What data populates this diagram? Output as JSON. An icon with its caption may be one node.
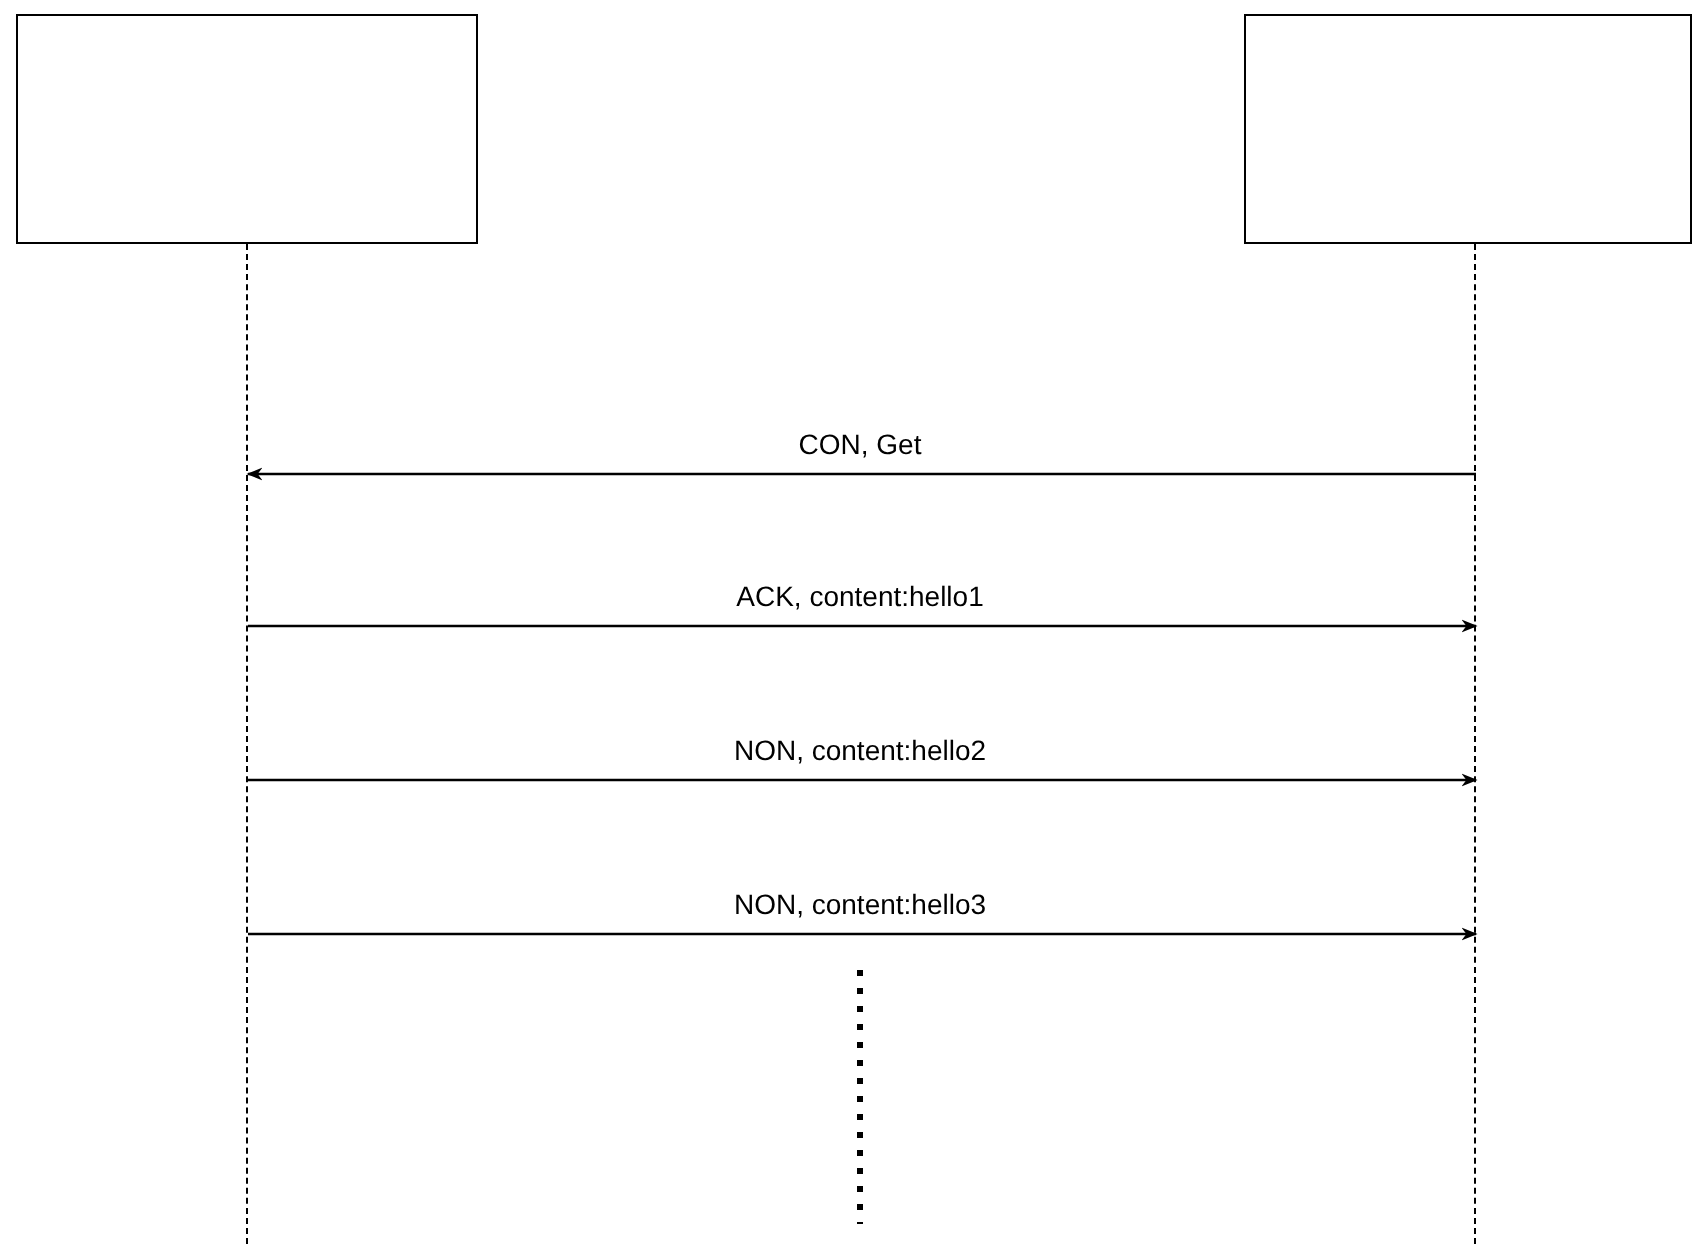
{
  "diagram": {
    "nodes": [
      {
        "text": [],
        "shape": "box"
      },
      {
        "text": [],
        "shape": "box"
      },
      {
        "text": [],
        "shape": "line"
      },
      {
        "text": [],
        "shape": "line"
      }
    ],
    "edges": [
      {
        "from": 3,
        "to": 2,
        "arrow": "to",
        "label": "CON, Get"
      },
      {
        "from": 2,
        "to": 3,
        "arrow": "to",
        "label": "ACK, content:hello1"
      },
      {
        "from": 2,
        "to": 3,
        "arrow": "to",
        "label": "NON, content:hello2"
      },
      {
        "from": 2,
        "to": 3,
        "arrow": "to",
        "label": "NON, content:hello3"
      }
    ]
  }
}
